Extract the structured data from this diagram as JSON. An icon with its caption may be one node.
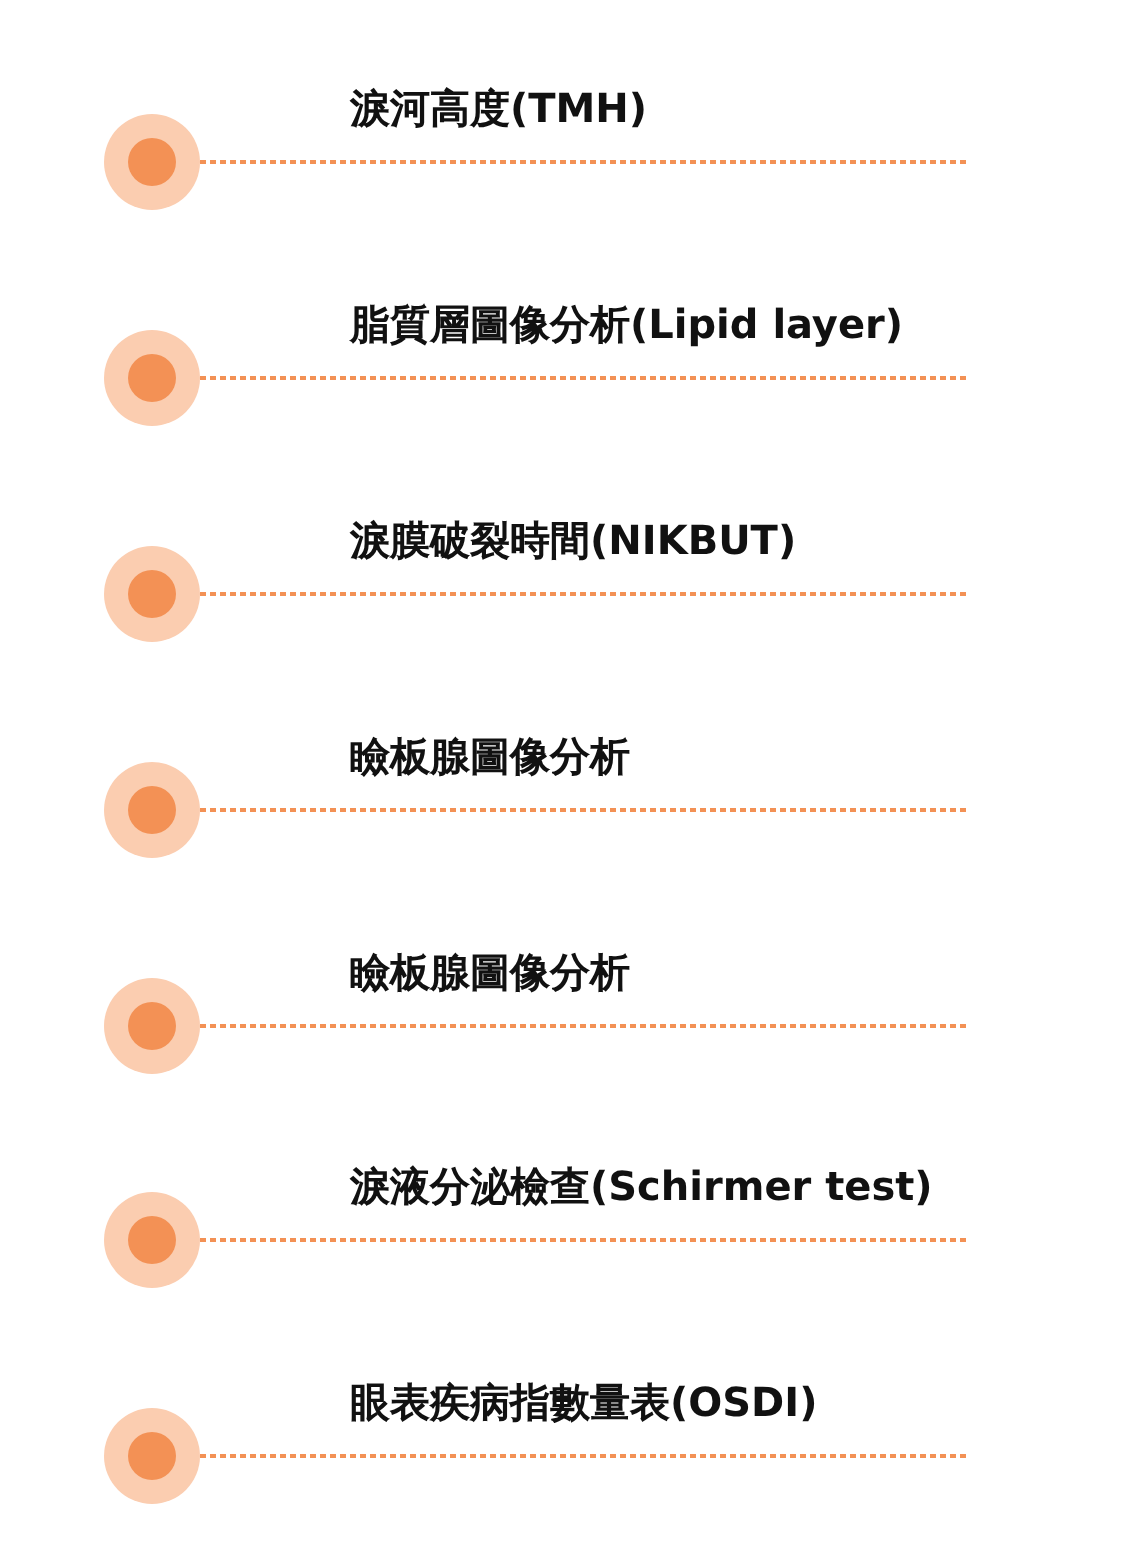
{
  "diagram": {
    "nodes": [
      {
        "text": [
          "淚河高度(TMH)"
        ]
      },
      {
        "text": [
          "脂質層圖像分析(Lipid layer)"
        ]
      },
      {
        "text": [
          "淚膜破裂時間(NIKBUT)"
        ]
      },
      {
        "text": [
          "瞼板腺圖像分析"
        ]
      },
      {
        "text": [
          "瞼板腺圖像分析"
        ]
      },
      {
        "text": [
          "淚液分泌檢查(Schirmer test)"
        ]
      },
      {
        "text": [
          "眼表疾病指數量表(OSDI)"
        ]
      }
    ]
  }
}
